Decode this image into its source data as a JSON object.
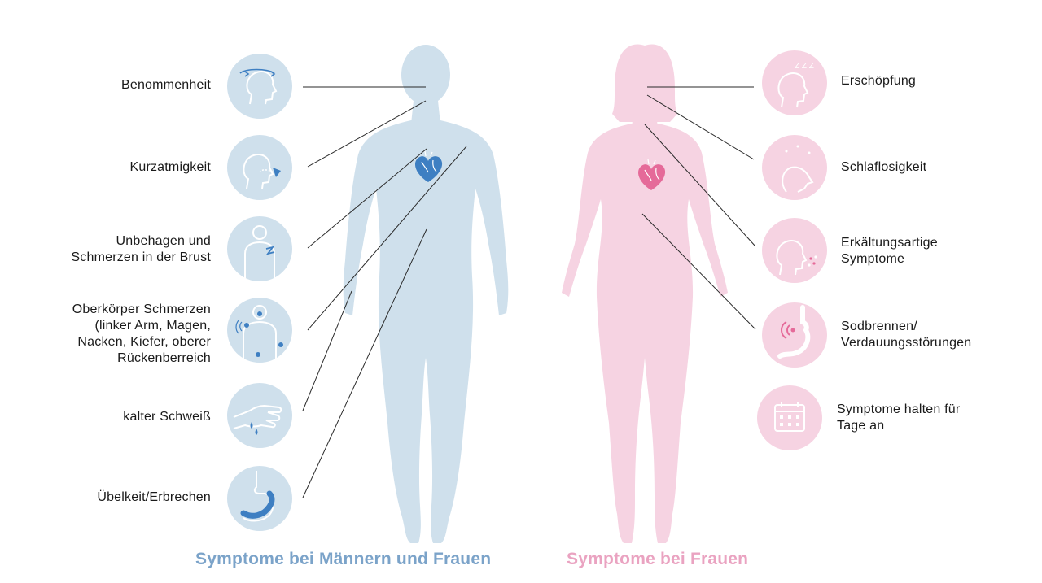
{
  "colors": {
    "male_fill": "#cfe0ec",
    "male_icon_bg": "#cfe0ec",
    "male_accent": "#3e7fc2",
    "male_caption": "#7ba3c9",
    "female_fill": "#f6d3e2",
    "female_icon_bg": "#f6d3e2",
    "female_accent": "#e56a99",
    "female_caption": "#eaa3c1",
    "connector": "#2a2a2a",
    "icon_line": "#ffffff"
  },
  "captions": {
    "left": "Symptome bei Männern und Frauen",
    "right": "Symptome bei Frauen"
  },
  "left_symptoms": [
    {
      "lines": [
        "Benommenheit"
      ],
      "icon": "dizzy-head-icon"
    },
    {
      "lines": [
        "Kurzatmigkeit"
      ],
      "icon": "breath-head-icon"
    },
    {
      "lines": [
        "Unbehagen und",
        "Schmerzen in der Brust"
      ],
      "icon": "chest-pain-icon"
    },
    {
      "lines": [
        "Oberkörper Schmerzen",
        "(linker Arm, Magen,",
        "Nacken, Kiefer, oberer",
        "Rückenberreich"
      ],
      "icon": "upper-body-pain-icon"
    },
    {
      "lines": [
        "kalter Schweiß"
      ],
      "icon": "sweating-hand-icon"
    },
    {
      "lines": [
        "Übelkeit/Erbrechen"
      ],
      "icon": "stomach-icon"
    }
  ],
  "right_symptoms": [
    {
      "lines": [
        "Erschöpfung"
      ],
      "icon": "tired-head-icon",
      "zzz": "Z Z Z"
    },
    {
      "lines": [
        "Schlaflosigkeit"
      ],
      "icon": "sleepless-head-icon"
    },
    {
      "lines": [
        "Erkältungsartige",
        "Symptome"
      ],
      "icon": "cough-head-icon"
    },
    {
      "lines": [
        "Sodbrennen/",
        "Verdauungsstörungen"
      ],
      "icon": "heartburn-stomach-icon"
    },
    {
      "lines": [
        "Symptome halten für",
        "Tage an"
      ],
      "icon": "calendar-icon"
    }
  ]
}
